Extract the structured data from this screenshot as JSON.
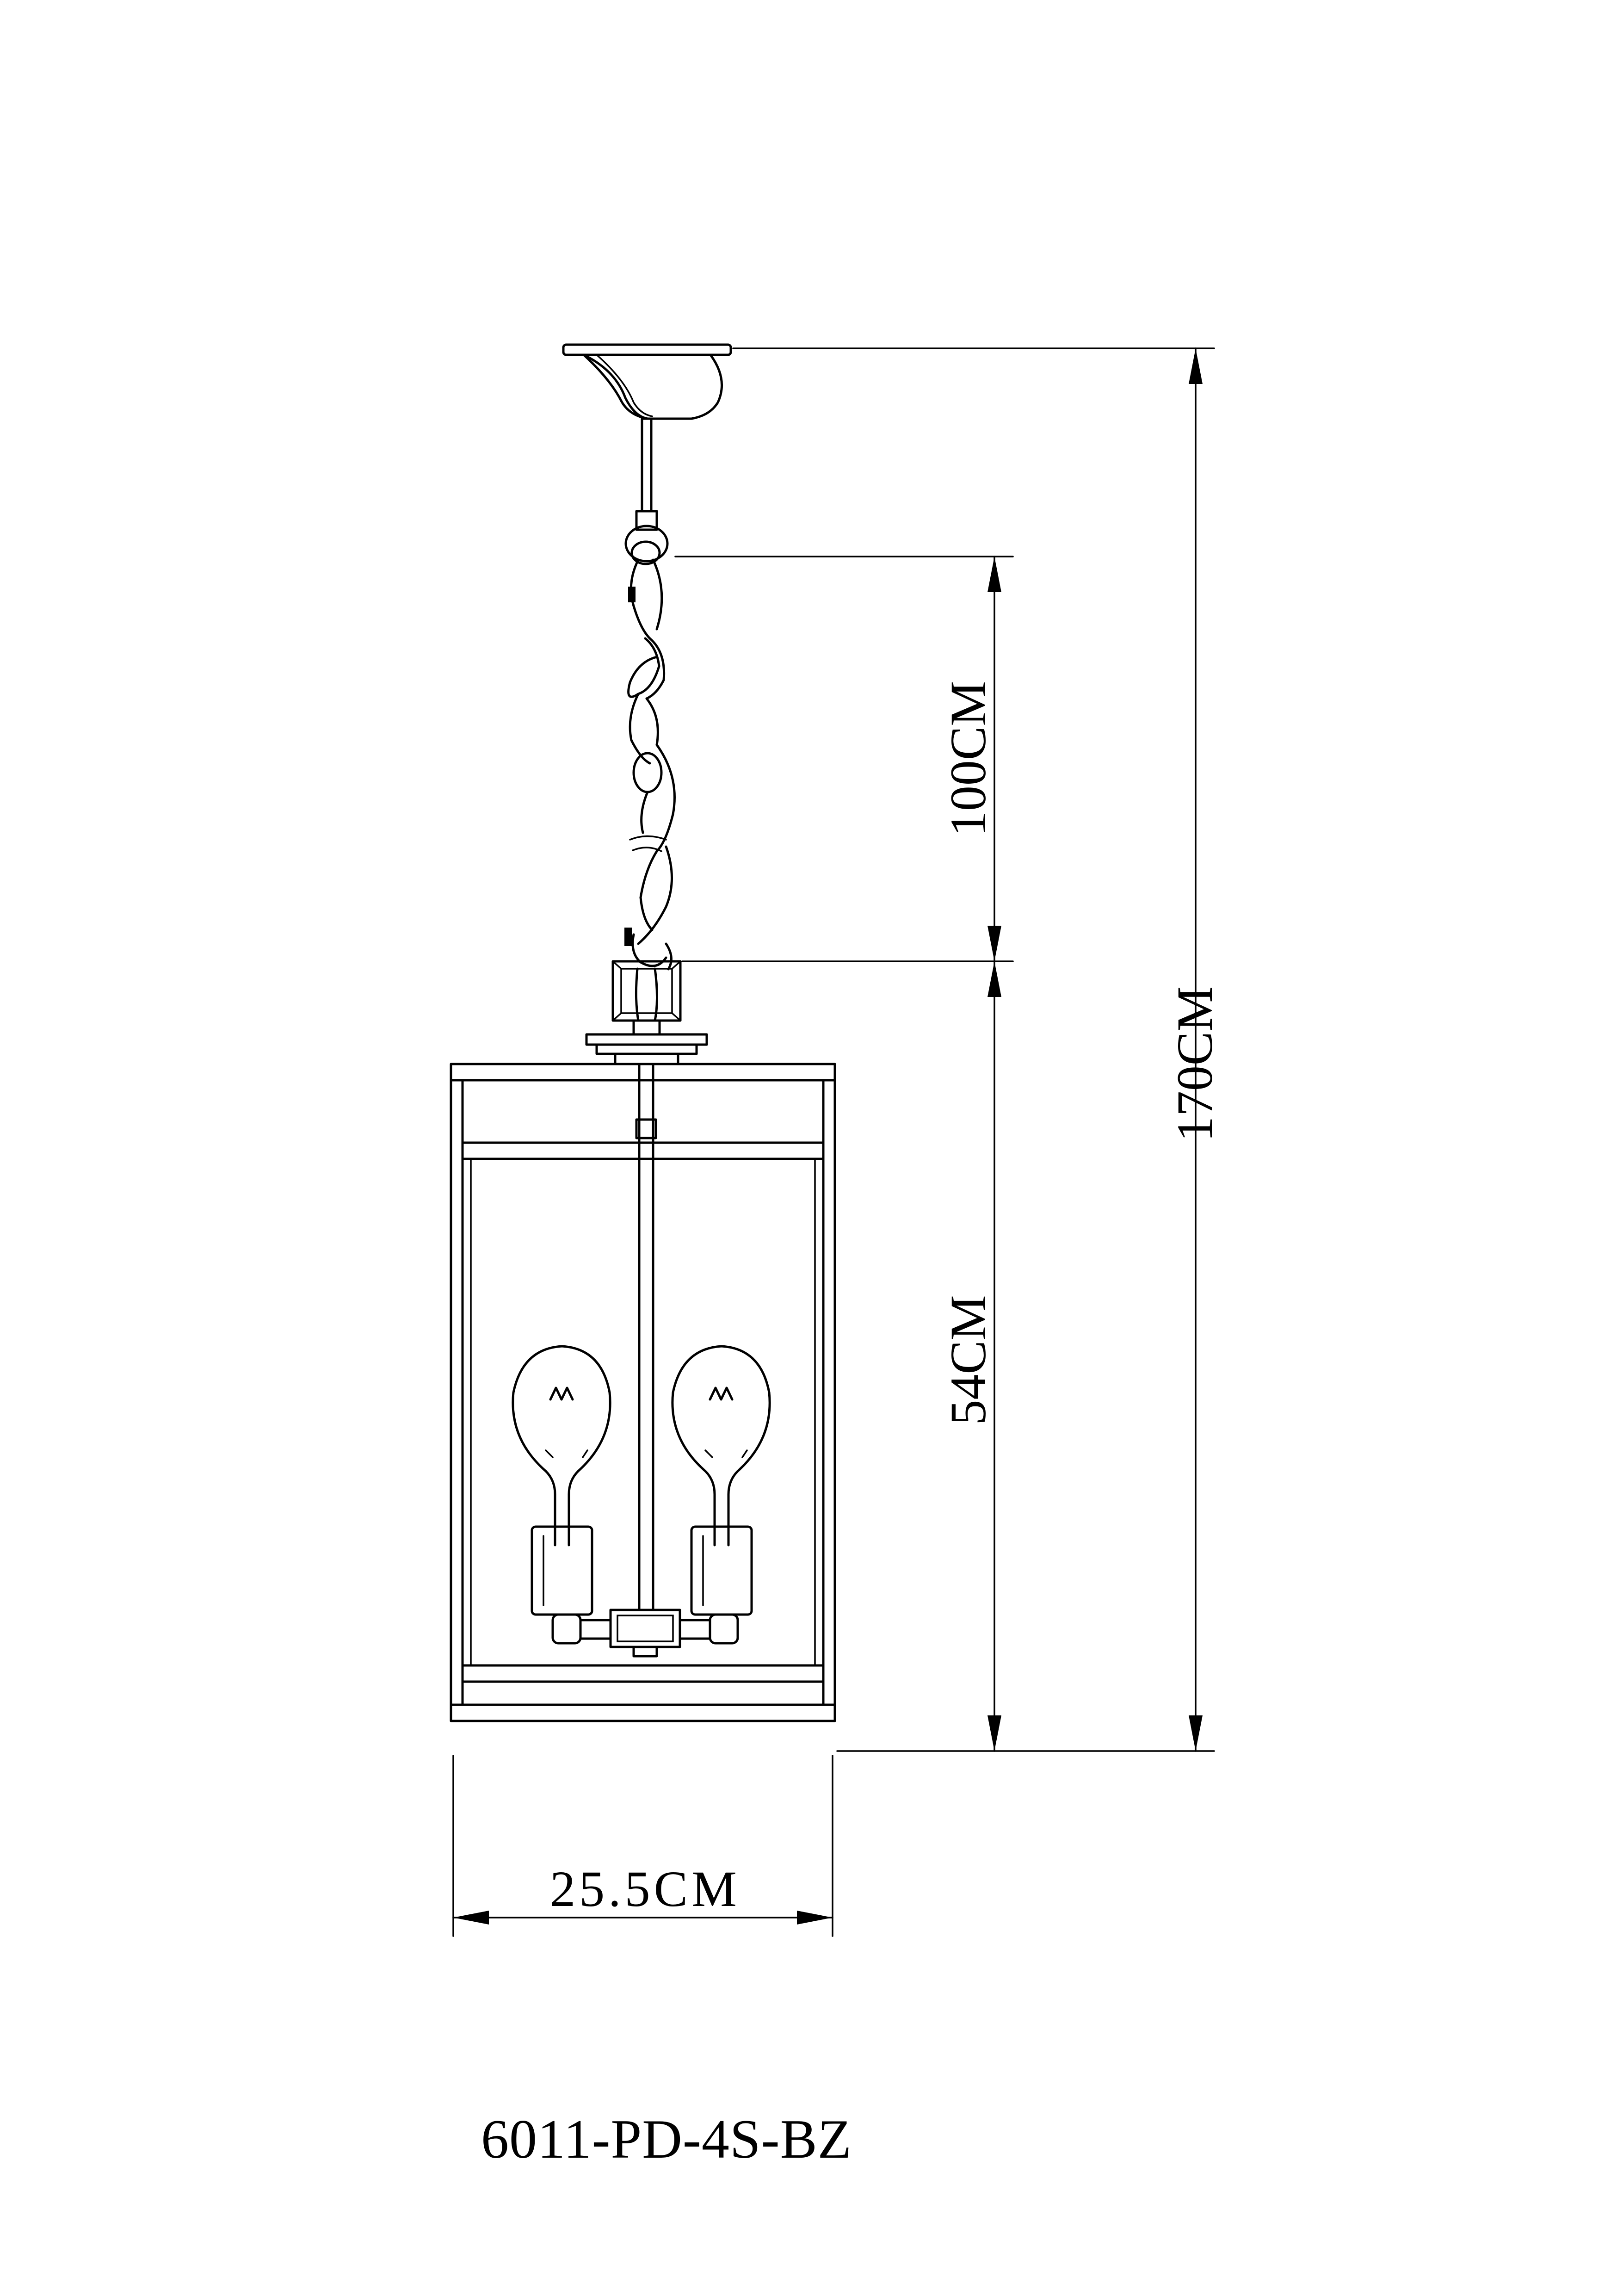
{
  "dimensions": {
    "chain_length": "100CM",
    "total_height": "170CM",
    "lantern_height": "54CM",
    "lantern_width": "25.5CM"
  },
  "model_code": "6011-PD-4S-BZ",
  "colors": {
    "line": "#000000",
    "background": "#ffffff"
  }
}
